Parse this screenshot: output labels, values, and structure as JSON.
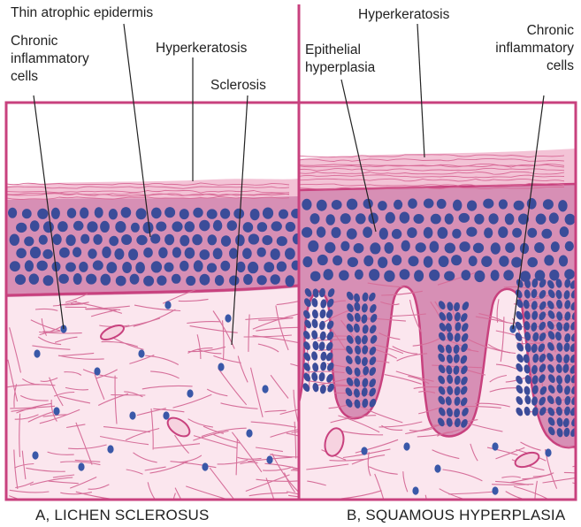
{
  "panel_a": {
    "caption": "A, LICHEN SCLEROSUS",
    "labels": {
      "thin_epidermis": "Thin atrophic epidermis",
      "chronic_line1": "Chronic",
      "chronic_line2": "inflammatory",
      "chronic_line3": "cells",
      "hyperkeratosis": "Hyperkeratosis",
      "sclerosis": "Sclerosis"
    }
  },
  "panel_b": {
    "caption": "B, SQUAMOUS HYPERPLASIA",
    "labels": {
      "hyperkeratosis": "Hyperkeratosis",
      "epithelial_line1": "Epithelial",
      "epithelial_line2": "hyperplasia",
      "chronic_line1": "Chronic",
      "chronic_line2": "inflammatory",
      "chronic_line3": "cells"
    }
  },
  "colors": {
    "border": "#c8417e",
    "keratin": "#efb3cb",
    "epidermis": "#d78fb5",
    "nucleus": "#3b4c99",
    "dermis": "#fbe6ee",
    "fiber": "#d66f9a"
  }
}
